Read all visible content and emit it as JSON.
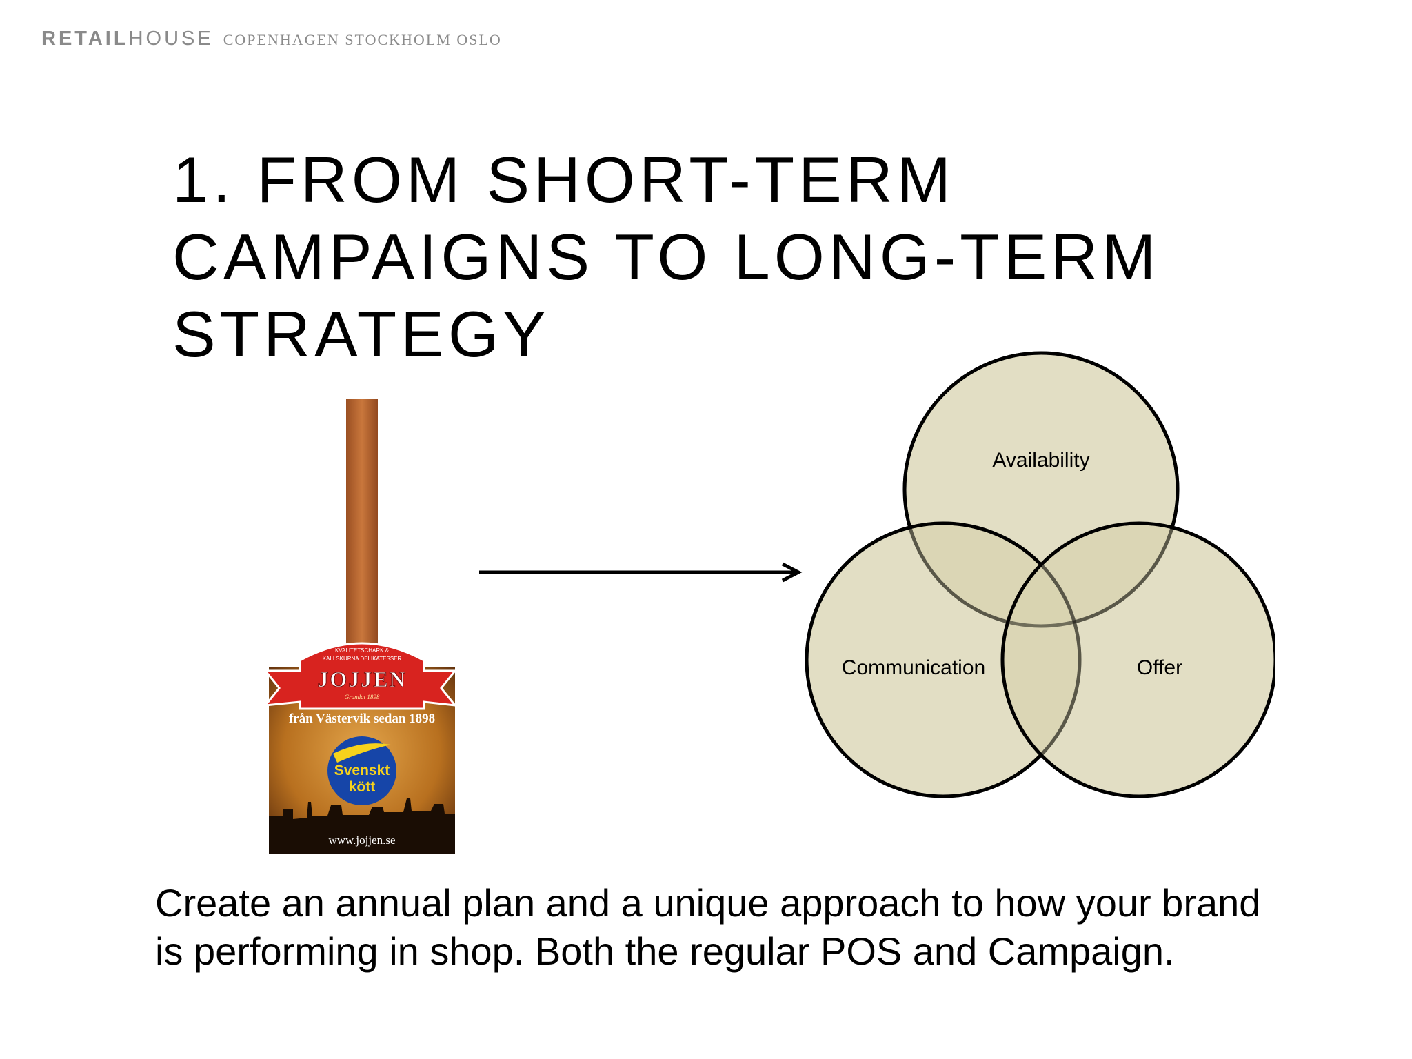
{
  "header": {
    "brand_bold": "RETAIL",
    "brand_light": "HOUSE",
    "cities": "COPENHAGEN  STOCKHOLM  OSLO"
  },
  "title": {
    "line1": "1. FROM SHORT-TERM",
    "line2": "CAMPAIGNS TO LONG-TERM",
    "line3": "STRATEGY"
  },
  "product": {
    "banner_small_1": "KVALITETSCHARK &",
    "banner_small_2": "KALLSKURNA DELIKATESSER",
    "brand": "JOJJEN",
    "established": "Grundat 1898",
    "tagline": "från Västervik sedan 1898",
    "badge_line1": "Svenskt",
    "badge_line2": "kött",
    "website": "www.jojjen.se"
  },
  "venn": {
    "top": "Availability",
    "left": "Communication",
    "right": "Offer",
    "fill": "#d8d3b0",
    "stroke": "#000000"
  },
  "caption": {
    "line1": "Create an annual plan and a unique approach to how your brand",
    "line2": "is performing in shop. Both the regular POS and Campaign."
  }
}
